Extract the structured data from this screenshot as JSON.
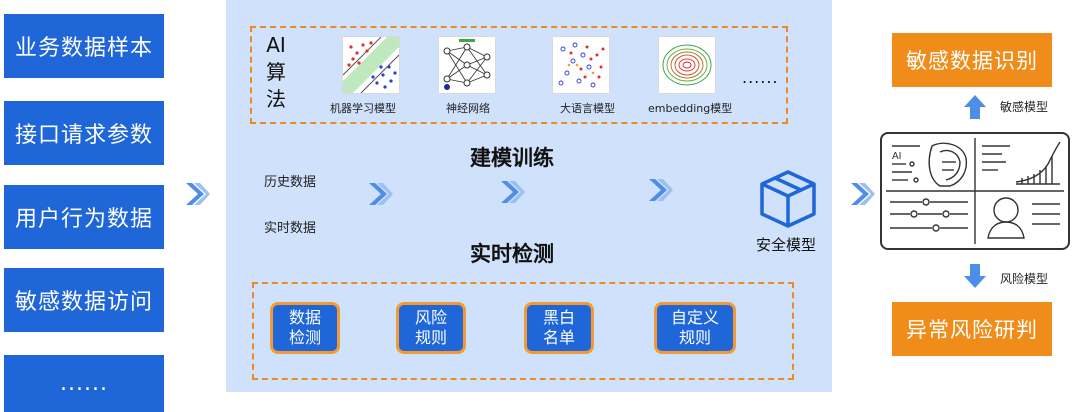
{
  "inputs": [
    "业务数据样本",
    "接口请求参数",
    "用户行为数据",
    "敏感数据访问",
    "......"
  ],
  "panel": {
    "ai_label": [
      "AI",
      "算",
      "法"
    ],
    "models": [
      "机器学习模型",
      "神经网络",
      "大语言模型",
      "embedding模型"
    ],
    "models_more": "......",
    "training_title": "建模训练",
    "detect_title": "实时检测",
    "history_label": "历史数据",
    "realtime_label": "实时数据",
    "security_model": "安全模型",
    "rules": [
      [
        "数据",
        "检测"
      ],
      [
        "风险",
        "规则"
      ],
      [
        "黑白",
        "名单"
      ],
      [
        "自定义",
        "规则"
      ]
    ]
  },
  "outputs": {
    "sensitive_id": "敏感数据识别",
    "sensitive_model": "敏感模型",
    "risk_model": "风险模型",
    "risk_judge": "异常风险研判"
  },
  "monitor": {
    "ai_text": "AI"
  },
  "colors": {
    "input_blue": "#1f66d8",
    "panel_bg": "#cfe1fb",
    "output_orange": "#ef8c1a",
    "dash_orange": "#ee8a22",
    "arrow_blue": "#4f8ee8"
  }
}
